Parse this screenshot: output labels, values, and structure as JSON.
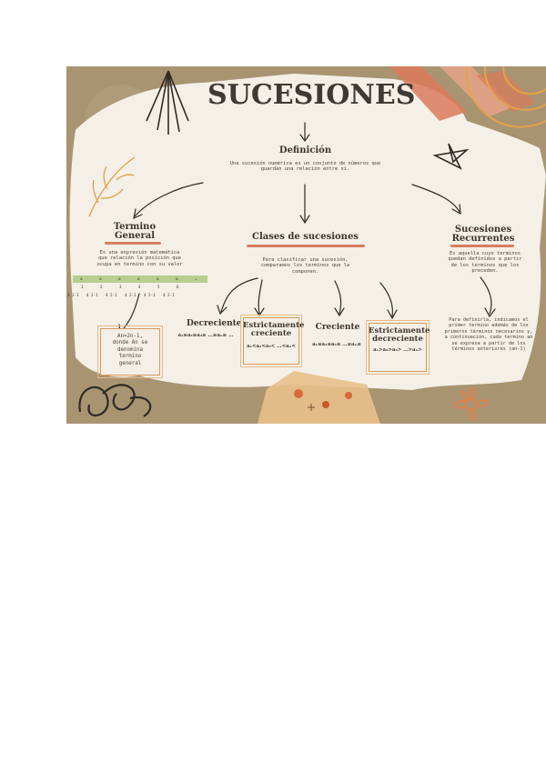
{
  "title": "SUCESIONES",
  "definicion": {
    "heading": "Definición",
    "text_1": "Una sucesión numérica es un conjunto de números que",
    "text_2": "guardan una relación entre sí."
  },
  "termino_general": {
    "heading_1": "Termino",
    "heading_2": "General",
    "text_1": "Es una expresión matemática",
    "text_2": "que relación la posición que",
    "text_3": "ocupa en termino con su valor",
    "table_head": [
      "a",
      "a",
      "a",
      "a",
      "a",
      "a",
      "…"
    ],
    "table_row": [
      "1",
      "2",
      "3",
      "4",
      "5",
      "6",
      ""
    ],
    "table_diffs": [
      "4 2-1",
      "4 2-1",
      "4 2-1",
      "4 2-1",
      "4 2-1",
      "4 2-1"
    ],
    "example_1": "An=2n-1,",
    "example_2": "donde An se",
    "example_3": "denomina",
    "example_4": "termino",
    "example_5": "general"
  },
  "clases": {
    "heading": "Clases de sucesiones",
    "text_1": "Para clasificar una sucesión,",
    "text_2": "comparamos los terminos que la",
    "text_3": "componen."
  },
  "recurrentes": {
    "heading_1": "Sucesiones",
    "heading_2": "Recurrentes",
    "text_1": "Es aquella cuyo terminos",
    "text_2": "quedan definidos a partir",
    "text_3": "de los términos que los",
    "text_4": "preceden.",
    "desc_1": "Para definirla, indicamos el",
    "desc_2": "primer termino además de los",
    "desc_3": "primeros términos necesarios y,",
    "desc_4": "a continuación, cada termino an",
    "desc_5": "se expresa a partir de los",
    "desc_6": "términos anteriores (an-1)"
  },
  "decreciente": {
    "label": "Decreciente",
    "formula": "a₁≥a₂≥a₃≥ …≥aₙ≥ …"
  },
  "est_creciente": {
    "label_1": "Estrictamente",
    "label_2": "creciente",
    "formula": "a₁<a₂<a₃< …<aₙ<"
  },
  "creciente": {
    "label": "Creciente",
    "formula": "a₁≤a₂≤a₃≤ …≤aₙ≤"
  },
  "est_decreciente": {
    "label_1": "Estrictamente",
    "label_2": "decreciente",
    "formula": "a₁>a₂>a₃> …>aₙ>"
  },
  "colors": {
    "paper": "#f4f0e7",
    "kraft": "#a99472",
    "accent": "#d26a4a",
    "ink": "#3a3530"
  }
}
